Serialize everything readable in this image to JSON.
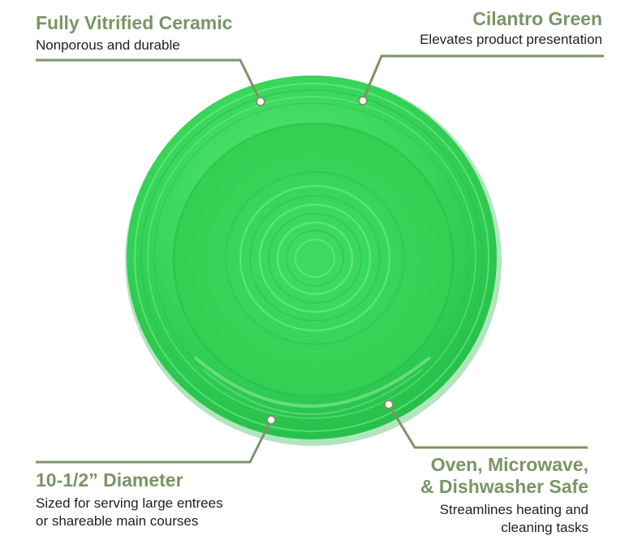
{
  "colors": {
    "accent": "#7a9566",
    "plate_main": "#3ad85c",
    "plate_light": "#7ef28e",
    "plate_dark": "#22b846",
    "text": "#1f1f1f"
  },
  "callouts": {
    "top_left": {
      "title": "Fully Vitrified Ceramic",
      "description": "Nonporous and durable"
    },
    "top_right": {
      "title": "Cilantro Green",
      "description": "Elevates product presentation"
    },
    "bottom_left": {
      "title": "10-1/2” Diameter",
      "description": "Sized for serving large entrees\nor shareable main courses"
    },
    "bottom_right": {
      "title": "Oven, Microwave,\n& Dishwasher Safe",
      "description": "Streamlines heating and\ncleaning tasks"
    }
  }
}
